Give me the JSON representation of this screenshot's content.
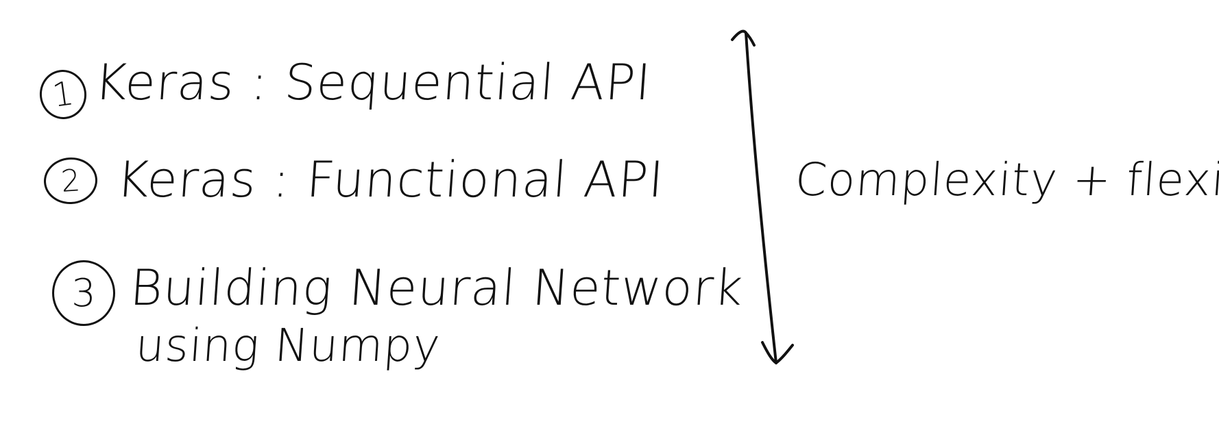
{
  "items": [
    {
      "number": "1",
      "text": "Keras : Sequential   API"
    },
    {
      "number": "2",
      "text": "Keras : Functional   API"
    },
    {
      "number": "3",
      "line1": "Building Neural Network",
      "line2": "using  Numpy"
    }
  ],
  "side_label": "Complexity + flexibility",
  "arrow": {
    "direction": "vertical-double-headed",
    "stroke_color": "#111111"
  }
}
